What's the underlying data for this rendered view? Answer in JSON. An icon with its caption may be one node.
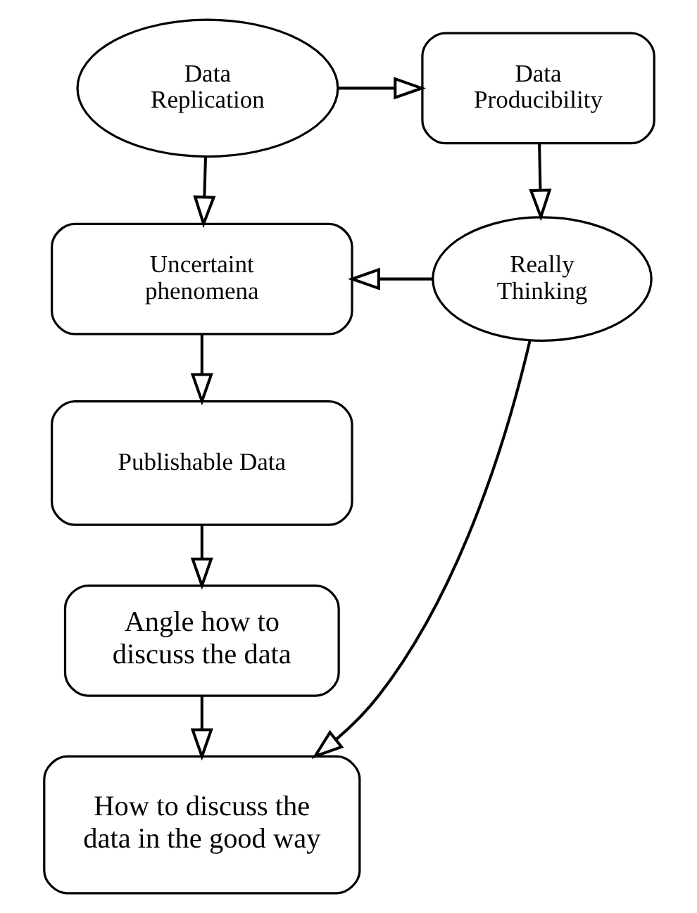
{
  "diagram": {
    "nodes": [
      {
        "text": [
          "Data Replication"
        ]
      },
      {
        "text": [
          "Data Producibility"
        ]
      },
      {
        "text": [
          "Really Thinking"
        ]
      },
      {
        "text": [
          "Uncertaint phenomena"
        ]
      },
      {
        "text": [
          "Publishable Data"
        ]
      },
      {
        "text": [
          "Angle how to discuss the data"
        ]
      },
      {
        "text": [
          "How to discuss the data in the good way"
        ]
      }
    ],
    "edges": [
      {
        "from": 0,
        "to": 1,
        "arrow": "to"
      },
      {
        "from": 1,
        "to": 2,
        "arrow": "to"
      },
      {
        "from": 2,
        "to": 3,
        "arrow": "to"
      },
      {
        "from": 0,
        "to": 3,
        "arrow": "to"
      },
      {
        "from": 3,
        "to": 4,
        "arrow": "to"
      },
      {
        "from": 4,
        "to": 5,
        "arrow": "to"
      },
      {
        "from": 5,
        "to": 6,
        "arrow": "to"
      },
      {
        "from": 2,
        "to": 6,
        "arrow": "to"
      }
    ]
  }
}
